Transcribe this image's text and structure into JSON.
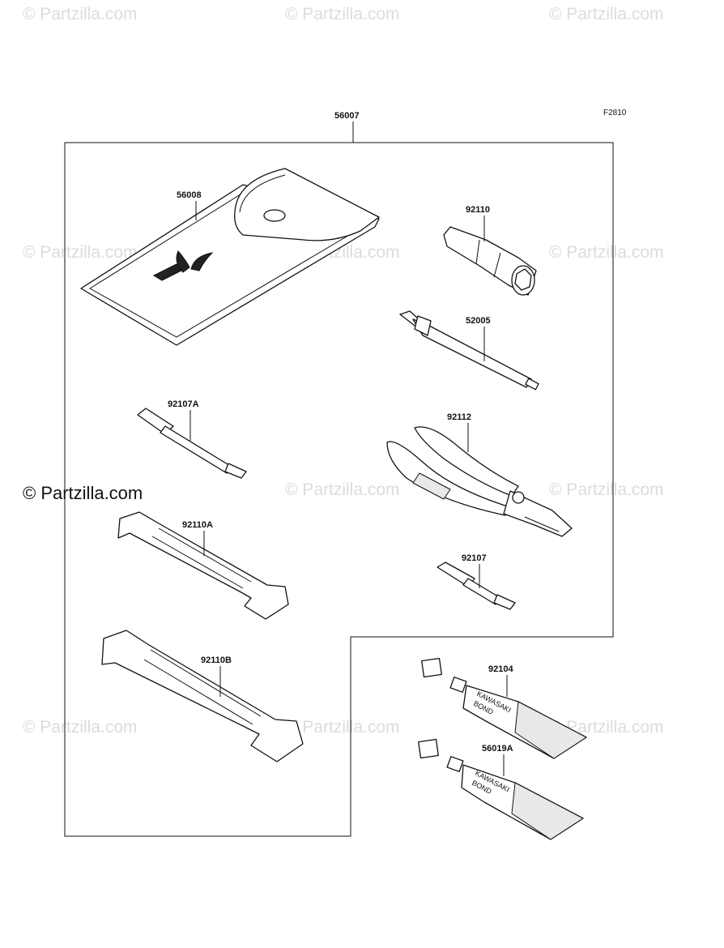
{
  "watermark": {
    "text": "© Partzilla.com",
    "prominent_text": "© Partzilla.com"
  },
  "figure_code": "F2810",
  "parts": {
    "kit": "56007",
    "pouch": "56008",
    "socket": "92110",
    "extension": "52005",
    "screwdriver_a": "92107A",
    "pliers": "92112",
    "wrench_a": "92110A",
    "screwdriver": "92107",
    "wrench_b": "92110B",
    "bond": "92104",
    "bond_a": "56019A"
  },
  "tube_label": {
    "brand": "KAWASAKI",
    "product": "BOND"
  }
}
